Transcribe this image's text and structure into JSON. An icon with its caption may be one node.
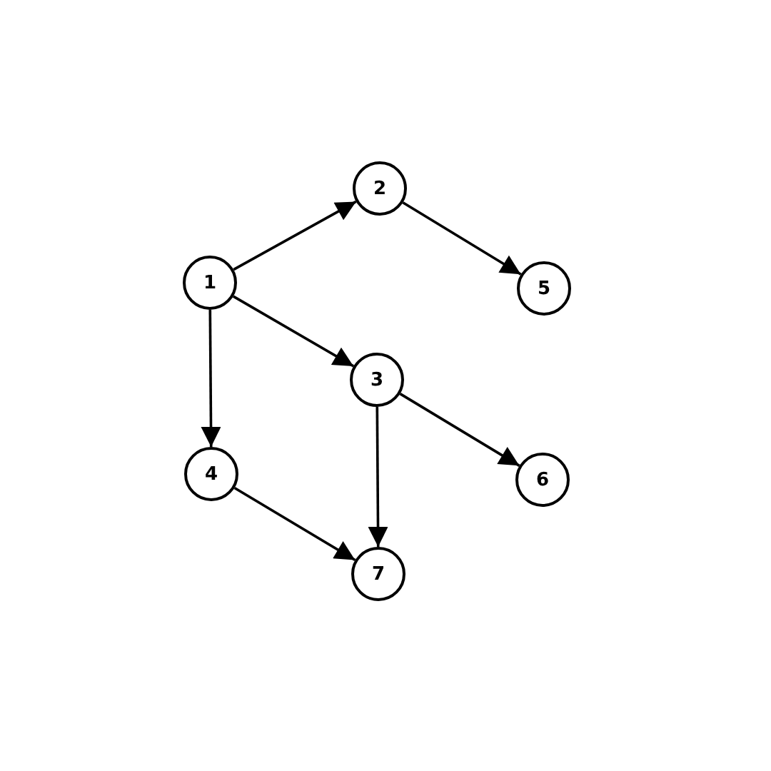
{
  "diagram": {
    "nodes": [
      {
        "text": [
          "1"
        ]
      },
      {
        "text": [
          "2"
        ]
      },
      {
        "text": [
          "3"
        ]
      },
      {
        "text": [
          "4"
        ]
      },
      {
        "text": [
          "5"
        ]
      },
      {
        "text": [
          "6"
        ]
      },
      {
        "text": [
          "7"
        ]
      }
    ],
    "edges": [
      {
        "from": 0,
        "to": 1,
        "arrow": "to"
      },
      {
        "from": 1,
        "to": 4,
        "arrow": "to"
      },
      {
        "from": 0,
        "to": 2,
        "arrow": "to"
      },
      {
        "from": 0,
        "to": 3,
        "arrow": "to"
      },
      {
        "from": 2,
        "to": 5,
        "arrow": "to"
      },
      {
        "from": 2,
        "to": 6,
        "arrow": "to"
      },
      {
        "from": 3,
        "to": 6,
        "arrow": "to"
      }
    ]
  }
}
